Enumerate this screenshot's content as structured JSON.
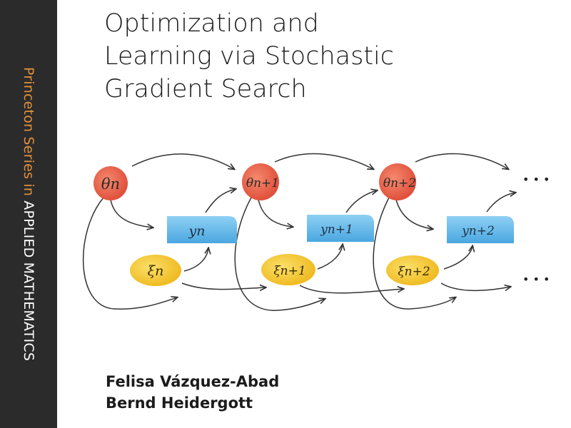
{
  "spine": {
    "series": "Princeton Series in ",
    "applied": "APPLIED MATHEMATICS"
  },
  "title": {
    "line1": "Optimization and",
    "line2": "Learning via Stochastic",
    "line3": "Gradient Search"
  },
  "diagram": {
    "theta_labels": [
      "θn",
      "θn+1",
      "θn+2"
    ],
    "y_labels": [
      "yn",
      "yn+1",
      "yn+2"
    ],
    "xi_labels": [
      "ξn",
      "ξn+1",
      "ξn+2"
    ],
    "ellipsis": "• • •"
  },
  "authors": {
    "author1": "Felisa Vázquez-Abad",
    "author2": "Bernd Heidergott"
  },
  "colors": {
    "spine": "#2b2b2b",
    "series_text": "#e0903a",
    "theta": "#e25a45",
    "y_box": "#5fb4e6",
    "xi": "#f2c22e",
    "arrow": "#333333"
  }
}
